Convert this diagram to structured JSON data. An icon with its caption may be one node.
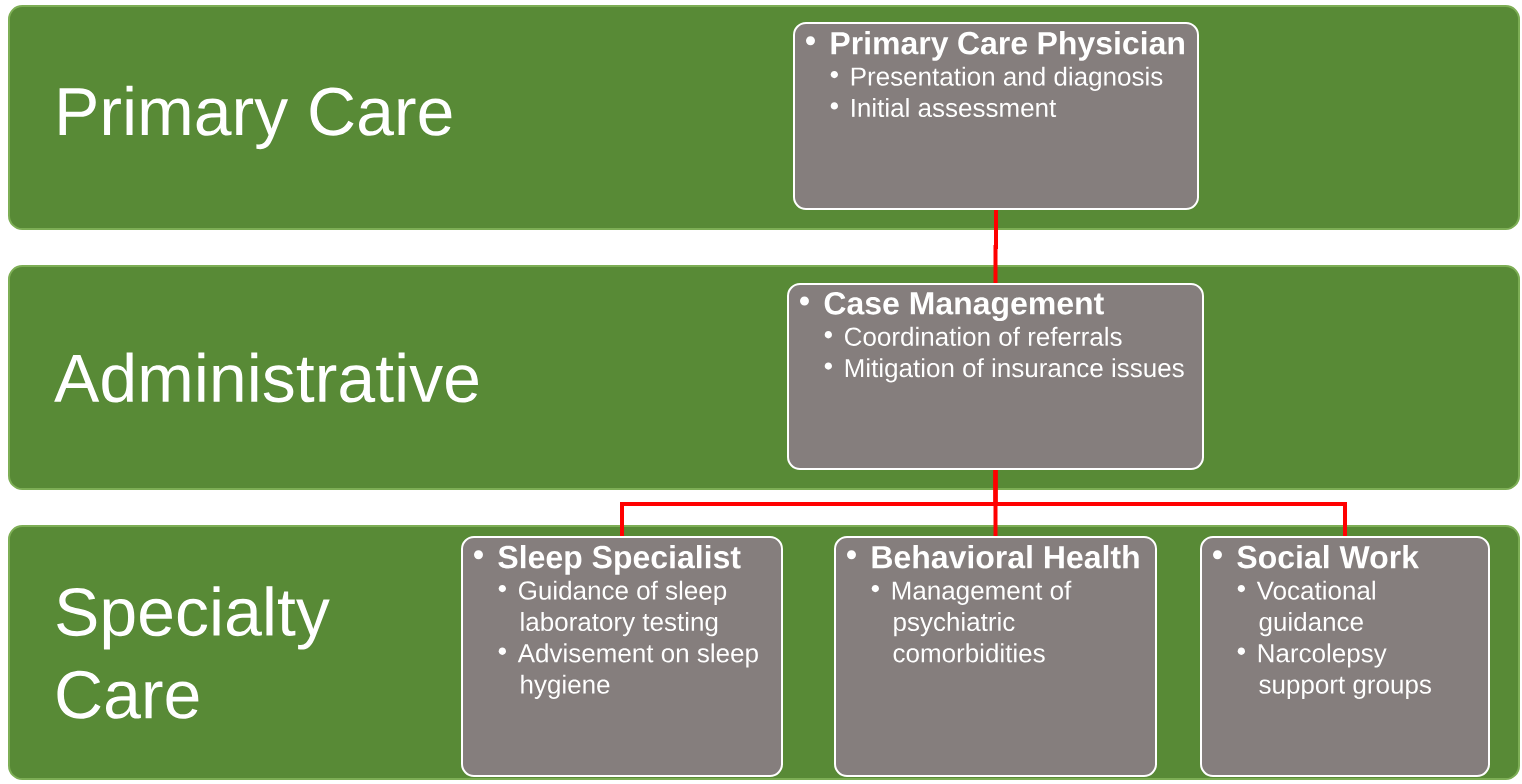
{
  "diagram": {
    "nodes": [
      {
        "text": [
          "Primary Care"
        ]
      },
      {
        "text": [
          "Primary Care Physician",
          "Presentation and diagnosis",
          "Initial assessment"
        ],
        "in": 0
      },
      {
        "text": [
          "Administrative"
        ]
      },
      {
        "text": [
          "Case Management",
          "Coordination of referrals",
          "Mitigation of insurance issues"
        ],
        "in": 2
      },
      {
        "text": [
          "Specialty Care"
        ]
      },
      {
        "text": [
          "Sleep Specialist",
          "Guidance of sleep laboratory testing",
          "Advisement on sleep hygiene"
        ],
        "in": 4
      },
      {
        "text": [
          "Behavioral Health",
          "Management of psychiatric comorbidities"
        ],
        "in": 4
      },
      {
        "text": [
          "Social Work",
          "Vocational guidance",
          "Narcolepsy support groups"
        ],
        "in": 4
      }
    ],
    "edges": [
      {
        "from": 1,
        "to": 3,
        "arrow": "none"
      },
      {
        "from": 3,
        "to": 5,
        "arrow": "none"
      },
      {
        "from": 3,
        "to": 6,
        "arrow": "none"
      },
      {
        "from": 3,
        "to": 7,
        "arrow": "none"
      }
    ]
  }
}
